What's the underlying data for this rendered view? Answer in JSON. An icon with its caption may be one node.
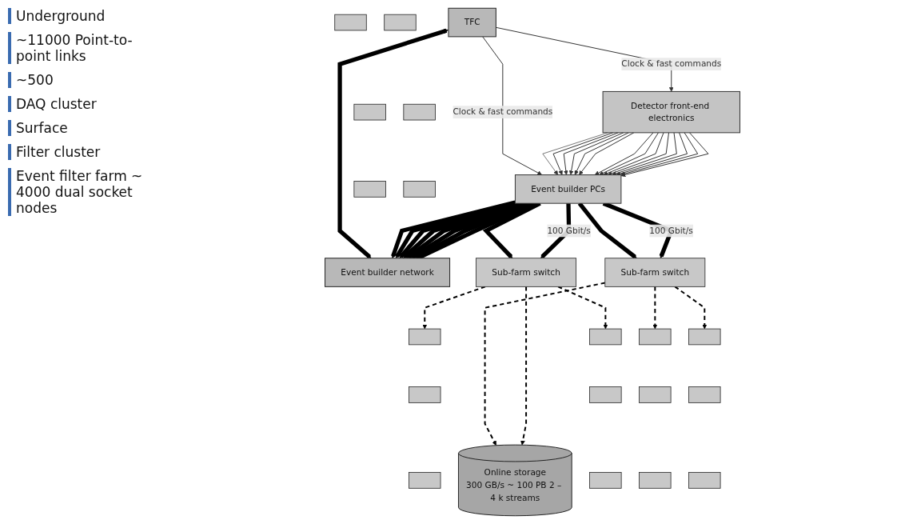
{
  "diagram": {
    "nodes": [
      {
        "text": [
          "Detector front-end electronics"
        ]
      },
      {
        "text": [
          "Event builder PCs"
        ]
      },
      {
        "text": [
          "TFC"
        ]
      },
      {
        "text": [
          "Event builder network"
        ]
      },
      {
        "text": [
          "Sub-farm switch"
        ]
      },
      {
        "text": [
          "Online storage",
          "300 GB/s ~ 100 PB 2 – 4 k streams"
        ]
      },
      {
        "text": [
          "Sub-farm switch"
        ]
      },
      {
        "text": [],
        "shape": "box"
      },
      {
        "text": [],
        "shape": "box"
      },
      {
        "text": [],
        "shape": "box"
      },
      {
        "text": [],
        "shape": "box"
      },
      {
        "text": [],
        "shape": "box"
      },
      {
        "text": [],
        "shape": "box"
      },
      {
        "text": [],
        "shape": "box"
      },
      {
        "text": [],
        "shape": "box"
      },
      {
        "text": [],
        "shape": "box"
      },
      {
        "text": [],
        "shape": "box"
      },
      {
        "text": [],
        "shape": "box"
      },
      {
        "text": [],
        "shape": "box"
      },
      {
        "text": [],
        "shape": "box"
      },
      {
        "text": [],
        "shape": "box"
      },
      {
        "text": [],
        "shape": "box"
      },
      {
        "text": [],
        "shape": "box"
      },
      {
        "text": [],
        "shape": "box"
      },
      {
        "text": [],
        "shape": "box"
      }
    ],
    "edges": [
      {
        "from": 0,
        "to": 1,
        "arrow": "to"
      },
      {
        "from": 0,
        "to": 1,
        "arrow": "to"
      },
      {
        "from": 0,
        "to": 1,
        "arrow": "to"
      },
      {
        "from": 0,
        "to": 1,
        "arrow": "to"
      },
      {
        "from": 0,
        "to": 1,
        "arrow": "to"
      },
      {
        "from": 0,
        "to": 1,
        "arrow": "to"
      },
      {
        "from": 0,
        "to": 1,
        "arrow": "to"
      },
      {
        "from": 0,
        "to": 1,
        "arrow": "to"
      },
      {
        "from": 0,
        "to": 1,
        "arrow": "to"
      },
      {
        "from": 0,
        "to": 1,
        "arrow": "to"
      },
      {
        "from": 0,
        "to": 1,
        "arrow": "to"
      },
      {
        "from": 0,
        "to": 1,
        "arrow": "to"
      },
      {
        "from": 0,
        "to": 1,
        "arrow": "to"
      },
      {
        "from": 0,
        "to": 1,
        "arrow": "to"
      },
      {
        "from": 2,
        "to": 0,
        "label": "Clock & fast commands",
        "arrow": "to"
      },
      {
        "from": 2,
        "to": 1,
        "label": "Clock & fast commands",
        "arrow": "to"
      },
      {
        "from": 1,
        "to": 3,
        "arrow": "both",
        "style": "thick"
      },
      {
        "from": 1,
        "to": 3,
        "arrow": "both",
        "style": "thick"
      },
      {
        "from": 1,
        "to": 3,
        "arrow": "both",
        "style": "thick"
      },
      {
        "from": 1,
        "to": 3,
        "arrow": "both",
        "style": "thick"
      },
      {
        "from": 1,
        "to": 3,
        "arrow": "both",
        "style": "thick"
      },
      {
        "from": 1,
        "to": 3,
        "arrow": "both",
        "style": "thick"
      },
      {
        "from": 1,
        "to": 3,
        "arrow": "both",
        "style": "thick"
      },
      {
        "from": 1,
        "to": 3,
        "arrow": "to",
        "style": "thick"
      },
      {
        "from": 2,
        "to": 3,
        "arrow": "both",
        "style": "thick"
      },
      {
        "from": 1,
        "to": 4,
        "label": "100 Gbit/s",
        "arrow": "to",
        "style": "thick"
      },
      {
        "from": 1,
        "to": 4,
        "arrow": "to",
        "style": "thick"
      },
      {
        "from": 1,
        "to": 6,
        "label": "100 Gbit/s",
        "arrow": "to",
        "style": "thick"
      },
      {
        "from": 1,
        "to": 6,
        "arrow": "to",
        "style": "thick"
      },
      {
        "from": 4,
        "to": 5,
        "arrow": "to",
        "style": "dashed"
      },
      {
        "from": 6,
        "to": 5,
        "arrow": "to",
        "style": "dashed"
      },
      {
        "from": 4,
        "to": 7,
        "arrow": "to",
        "style": "dashed"
      },
      {
        "from": 4,
        "to": 8,
        "arrow": "to",
        "style": "dashed"
      },
      {
        "from": 6,
        "to": 16,
        "arrow": "to",
        "style": "dashed"
      },
      {
        "from": 6,
        "to": 17,
        "arrow": "to",
        "style": "dashed"
      }
    ],
    "labels": [
      "Underground",
      "~11000 Point-to-point links",
      "~500",
      "DAQ cluster",
      "Surface",
      "Filter cluster",
      "Event filter farm ~ 4000 dual socket nodes"
    ]
  }
}
